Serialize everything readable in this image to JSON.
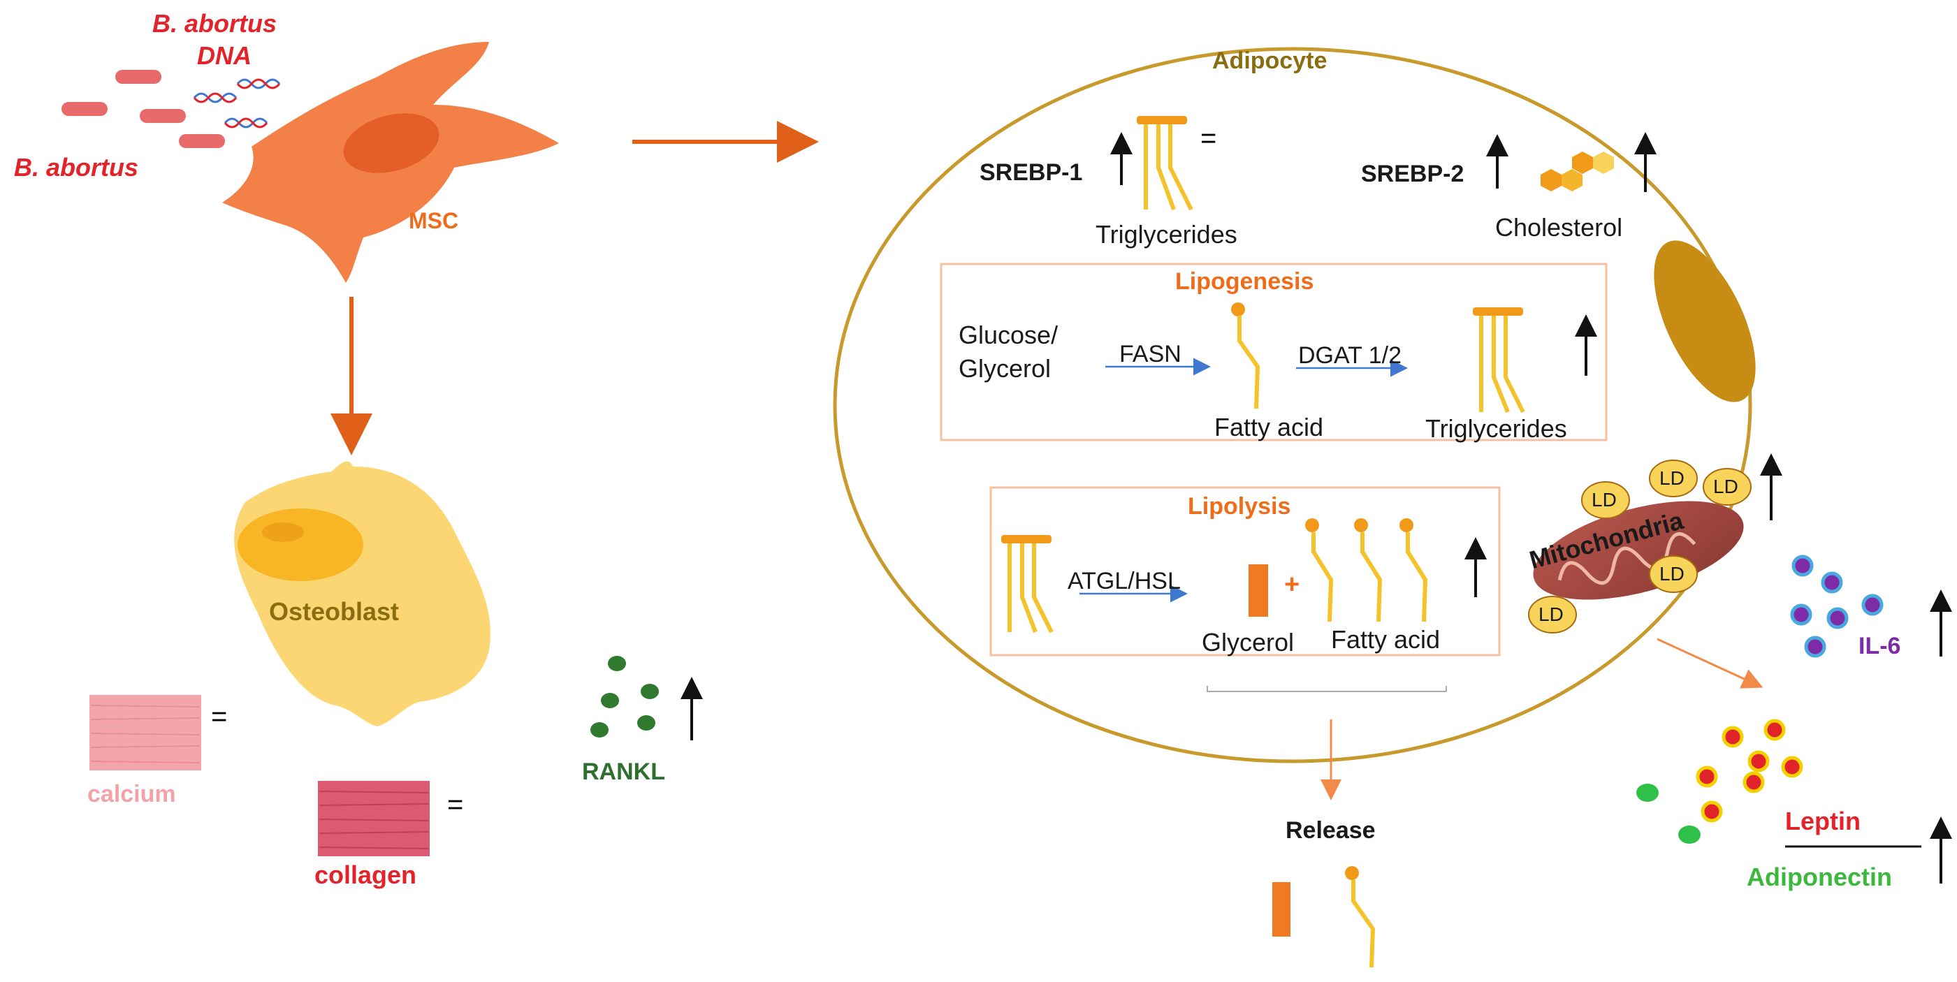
{
  "colors": {
    "bacteria_red": "#e3232a",
    "msc_orange": "#f07c45",
    "osteoblast_yellow": "#fbd56b",
    "adipocyte_border": "#c79a2c",
    "lipid_yellow": "#f4c22b",
    "lipid_head_orange": "#f19a1a",
    "box_border": "#f6c6a8",
    "title_orange": "#ef6c1b",
    "calcium_pink": "#f3a3a8",
    "collagen_red": "#e13a4f",
    "rankl_green": "#2e6e2e",
    "il6_purple": "#7d2ba7",
    "adiponectin_green": "#3cb83c",
    "mito_brown": "#a0463f",
    "arrow_blue": "#3e79cf",
    "flow_orange": "#e86a1e"
  },
  "labels": {
    "b_abortus_dna_line1": "B. abortus",
    "b_abortus_dna_line2": "DNA",
    "b_abortus": "B. abortus",
    "msc": "MSC",
    "osteoblast": "Osteoblast",
    "calcium": "calcium",
    "collagen": "collagen",
    "rankl": "RANKL",
    "adipocyte": "Adipocyte",
    "srebp1": "SREBP-1",
    "srebp2": "SREBP-2",
    "triglycerides_top": "Triglycerides",
    "cholesterol": "Cholesterol",
    "lipogenesis": "Lipogenesis",
    "glucose_line1": "Glucose/",
    "glucose_line2": "Glycerol",
    "fasn": "FASN",
    "dgat": "DGAT 1/2",
    "fatty_acid_lg": "Fatty acid",
    "triglycerides_lg": "Triglycerides",
    "lipolysis": "Lipolysis",
    "atgl_hsl": "ATGL/HSL",
    "glycerol": "Glycerol",
    "fatty_acid_ll": "Fatty acid",
    "plus": "+",
    "mitochondria": "Mitochondria",
    "ld": "LD",
    "il6": "IL-6",
    "leptin": "Leptin",
    "adiponectin": "Adiponectin",
    "release": "Release",
    "equals": "="
  }
}
